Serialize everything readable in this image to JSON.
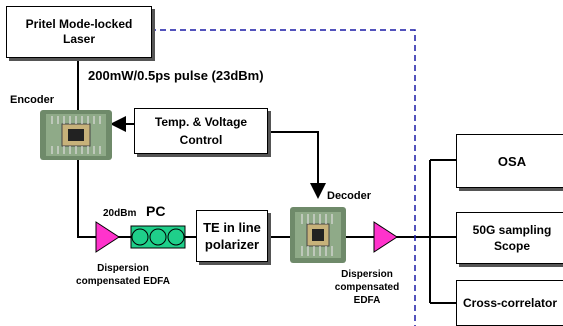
{
  "laser": {
    "label": "Pritel Mode-locked Laser"
  },
  "pulse_label": "200mW/0.5ps pulse (23dBm)",
  "encoder_label": "Encoder",
  "temp_voltage": {
    "line1": "Temp. & Voltage",
    "line2": "Control"
  },
  "power_20dbm": "20dBm",
  "pc_label": "PC",
  "polarizer": {
    "line1": "TE in line",
    "line2": "polarizer"
  },
  "decoder_label": "Decoder",
  "edfa_left": {
    "line1": "Dispersion",
    "line2": "compensated EDFA"
  },
  "edfa_right": {
    "line1": "Dispersion",
    "line2": "compensated",
    "line3": "EDFA"
  },
  "osa": {
    "label": "OSA"
  },
  "scope": {
    "line1": "50G sampling",
    "line2": "Scope"
  },
  "cross_correlator": {
    "label": "Cross-correlator"
  },
  "colors": {
    "amplifier": "#ff33cc",
    "pc_circle": "#1fcf8a",
    "dashed_line": "#1a1aa6",
    "chip_bg": "#6f8a6a"
  }
}
